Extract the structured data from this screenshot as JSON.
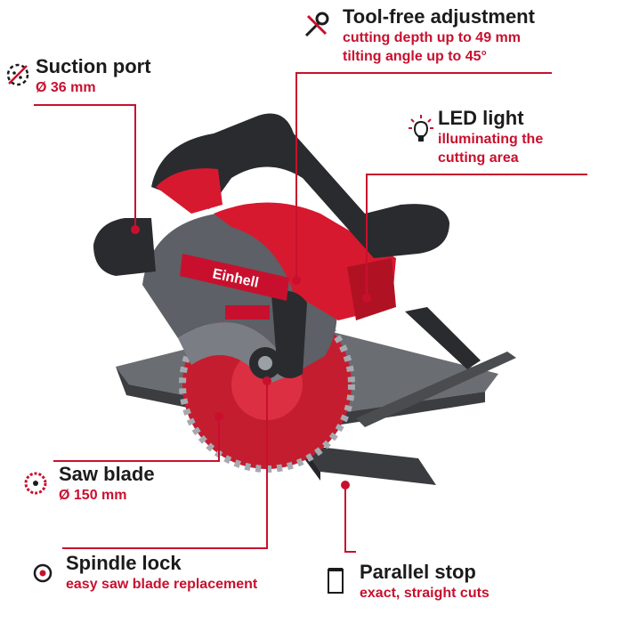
{
  "colors": {
    "accent": "#c8102e",
    "text": "#1b1b1b",
    "saw_body": "#d7192f",
    "saw_grey": "#5d6066",
    "saw_dark": "#2a2b2e"
  },
  "brand": "Einhell",
  "callouts": {
    "tool_free": {
      "title": "Tool-free adjustment",
      "lines": [
        "cutting depth up to 49 mm",
        "tilting angle up to 45°"
      ],
      "icon": "wrench-screwdriver-icon"
    },
    "suction": {
      "title": "Suction port",
      "lines": [
        "Ø 36 mm"
      ],
      "icon": "dust-extraction-icon"
    },
    "led": {
      "title": "LED light",
      "lines": [
        "illuminating the",
        "cutting area"
      ],
      "icon": "led-bulb-icon"
    },
    "saw_blade": {
      "title": "Saw blade",
      "lines": [
        "Ø 150 mm"
      ],
      "icon": "saw-blade-icon"
    },
    "spindle": {
      "title": "Spindle lock",
      "lines": [
        "easy saw blade replacement"
      ],
      "icon": "spindle-lock-icon"
    },
    "parallel": {
      "title": "Parallel stop",
      "lines": [
        "exact, straight cuts"
      ],
      "icon": "parallel-stop-icon"
    }
  }
}
